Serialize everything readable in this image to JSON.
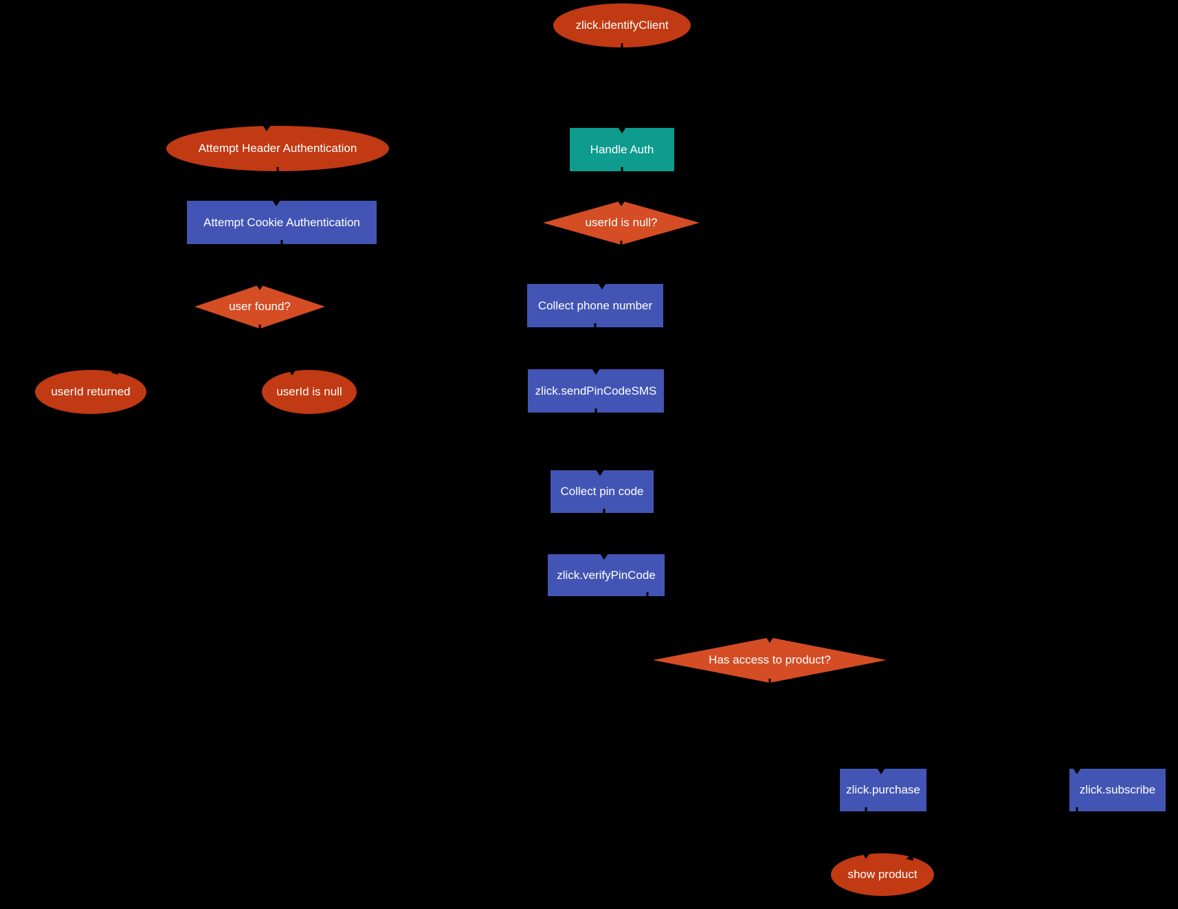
{
  "diagram": {
    "title": "zlick client identification / auth flowchart",
    "background": "#000000",
    "colors": {
      "terminal": "#C13A13",
      "decision": "#D44D24",
      "process": "#4355B4",
      "special": "#0D9C8D",
      "text": "#FFFFFF",
      "edge": "#000000"
    },
    "nodes": {
      "identifyClient": {
        "label": "zlick.identifyClient",
        "shape": "ellipse"
      },
      "headerAuth": {
        "label": "Attempt Header Authentication",
        "shape": "ellipse"
      },
      "handleAuth": {
        "label": "Handle Auth",
        "shape": "rect-special"
      },
      "cookieAuth": {
        "label": "Attempt Cookie Authentication",
        "shape": "rect"
      },
      "userIdIsNullQ": {
        "label": "userId is null?",
        "shape": "diamond"
      },
      "userFoundQ": {
        "label": "user found?",
        "shape": "diamond"
      },
      "collectPhone": {
        "label": "Collect phone number",
        "shape": "rect"
      },
      "userIdReturned": {
        "label": "userId returned",
        "shape": "ellipse"
      },
      "userIdIsNull": {
        "label": "userId is null",
        "shape": "ellipse"
      },
      "sendPin": {
        "label": "zlick.sendPinCodeSMS",
        "shape": "rect"
      },
      "collectPin": {
        "label": "Collect pin code",
        "shape": "rect"
      },
      "verifyPin": {
        "label": "zlick.verifyPinCode",
        "shape": "rect"
      },
      "hasAccess": {
        "label": "Has access to product?",
        "shape": "diamond"
      },
      "purchase": {
        "label": "zlick.purchase",
        "shape": "rect"
      },
      "subscribe": {
        "label": "zlick.subscribe",
        "shape": "rect"
      },
      "showProduct": {
        "label": "show product",
        "shape": "ellipse"
      }
    },
    "edges": [
      {
        "from": "identifyClient",
        "to": "handleAuth"
      },
      {
        "from": "handleAuth",
        "to": "userIdIsNullQ"
      },
      {
        "from": "userIdIsNullQ",
        "to": "collectPhone"
      },
      {
        "from": "collectPhone",
        "to": "sendPin"
      },
      {
        "from": "sendPin",
        "to": "collectPin"
      },
      {
        "from": "collectPin",
        "to": "verifyPin"
      },
      {
        "from": "verifyPin",
        "to": "hasAccess"
      },
      {
        "from": "hasAccess",
        "to": "purchase"
      },
      {
        "from": "hasAccess",
        "to": "subscribe"
      },
      {
        "from": "purchase",
        "to": "showProduct"
      },
      {
        "from": "subscribe",
        "to": "showProduct"
      },
      {
        "from": "headerAuth",
        "to": "cookieAuth"
      },
      {
        "from": "cookieAuth",
        "to": "userFoundQ"
      },
      {
        "from": "userFoundQ",
        "to": "userIdReturned"
      },
      {
        "from": "userFoundQ",
        "to": "userIdIsNull"
      }
    ]
  }
}
